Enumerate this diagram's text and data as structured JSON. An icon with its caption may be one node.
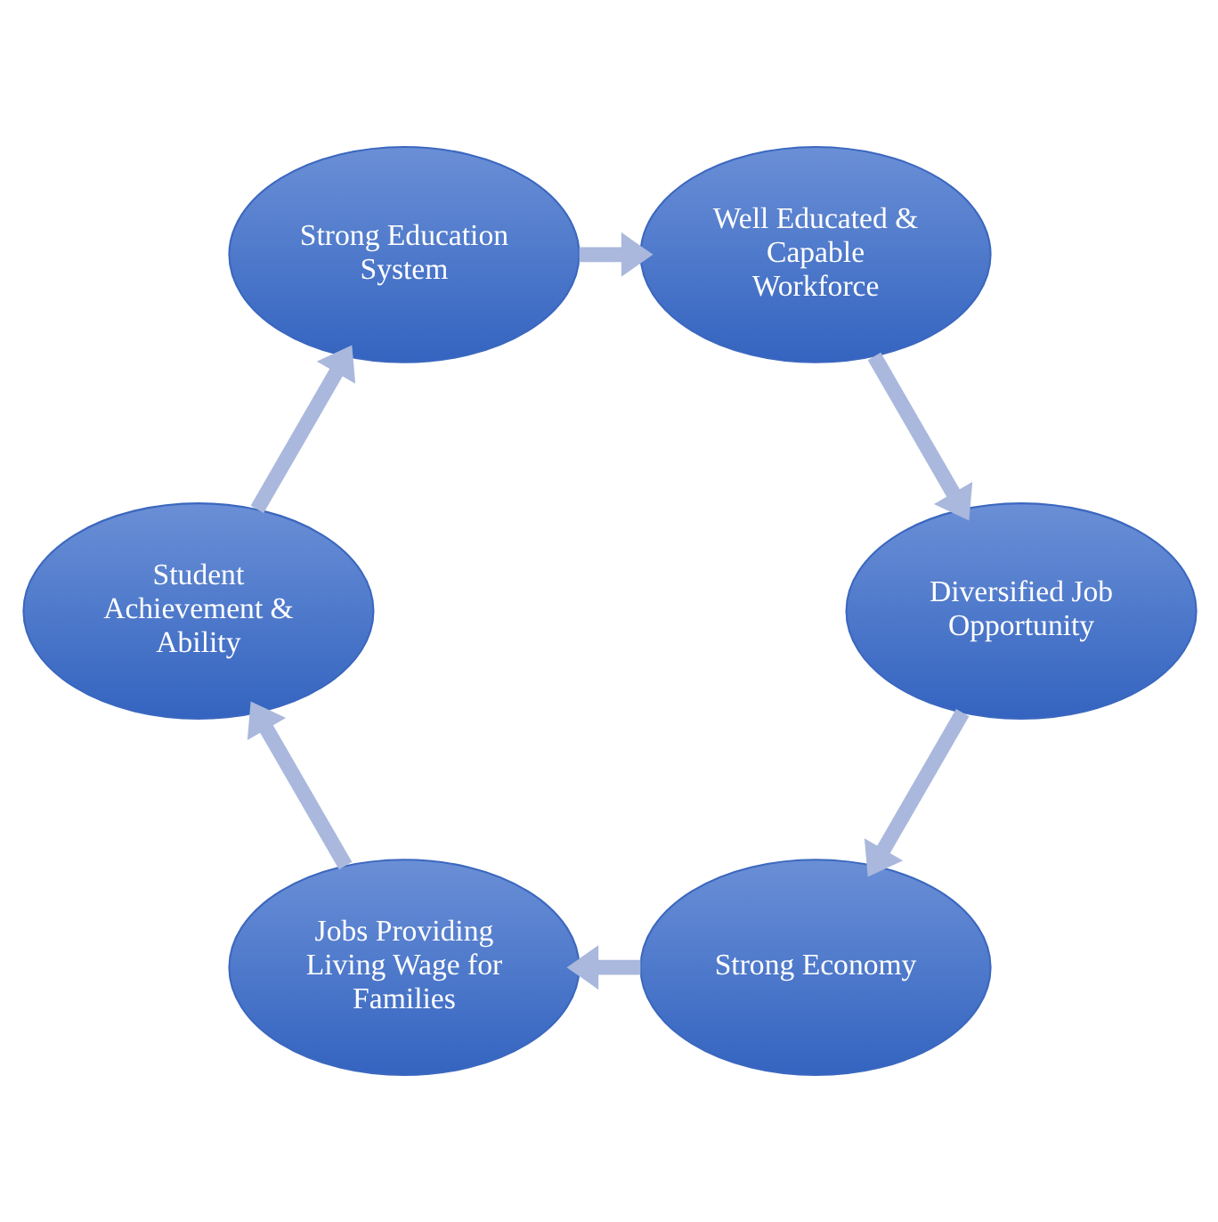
{
  "diagram": {
    "nodes": [
      {
        "text": [
          "Strong Economy"
        ]
      },
      {
        "text": [
          "Diversified Job Opportunity"
        ]
      },
      {
        "text": [
          "Jobs Providing Living Wage for Families"
        ]
      },
      {
        "text": [
          "Well Educated & Capable Workforce"
        ]
      },
      {
        "text": [
          "Student Achievement & Ability"
        ]
      },
      {
        "text": [
          "Strong Education System"
        ]
      }
    ],
    "edges": [
      {
        "from": 0,
        "to": 2,
        "arrow": "to"
      },
      {
        "from": 2,
        "to": 4,
        "arrow": "to"
      },
      {
        "from": 4,
        "to": 5,
        "arrow": "to"
      },
      {
        "from": 5,
        "to": 3,
        "arrow": "to"
      },
      {
        "from": 3,
        "to": 1,
        "arrow": "to"
      },
      {
        "from": 1,
        "to": 0,
        "arrow": "to"
      }
    ]
  }
}
